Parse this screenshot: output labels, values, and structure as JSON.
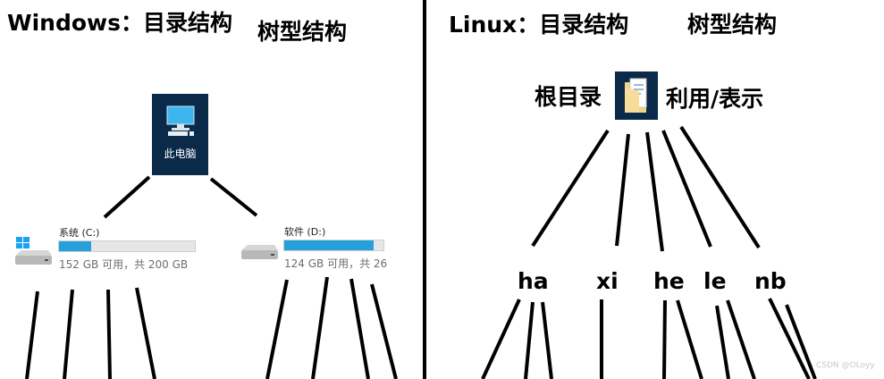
{
  "windows": {
    "title": "Windows：目录结构",
    "subtitle": "树型结构",
    "root_label": "此电脑",
    "drives": [
      {
        "name": "系统 (C:)",
        "free": "152 GB 可用，共 200 GB",
        "used_fraction": 0.24
      },
      {
        "name": "软件 (D:)",
        "free": "124 GB 可用，共 26",
        "used_fraction": 0.9
      }
    ]
  },
  "linux": {
    "title": "Linux：目录结构",
    "subtitle": "树型结构",
    "root_label": "根目录",
    "root_note": "利用/表示",
    "nodes": [
      "ha",
      "xi",
      "he",
      "le",
      "nb"
    ]
  },
  "watermark": "CSDN @OLoyy",
  "colors": {
    "drive_fill": "#26a0da",
    "tile_bg": "#0b2a4a"
  }
}
